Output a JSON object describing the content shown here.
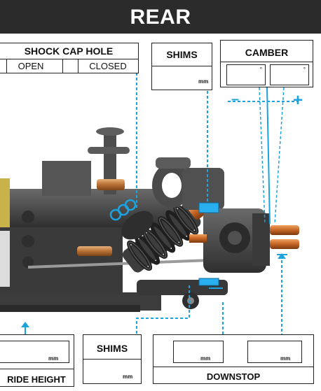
{
  "banner": {
    "title": "REAR"
  },
  "shock_cap_hole": {
    "title": "SHOCK CAP HOLE",
    "options": [
      "OPEN",
      "CLOSED"
    ]
  },
  "shims_top": {
    "title": "SHIMS",
    "unit": "mm"
  },
  "camber": {
    "title": "CAMBER",
    "unit_left": "°",
    "unit_right": "°",
    "minus": "–",
    "plus": "+"
  },
  "ride_height": {
    "title": "RIDE HEIGHT",
    "unit": "mm"
  },
  "shims_bottom": {
    "title": "SHIMS",
    "unit": "mm"
  },
  "downstop": {
    "title": "DOWNSTOP",
    "unit_left": "mm",
    "unit_right": "mm"
  },
  "colors": {
    "accent": "#1ba3e0",
    "banner_bg": "#2b2b2b",
    "chassis": "#4a4a4a",
    "brass": "#c8894d"
  }
}
